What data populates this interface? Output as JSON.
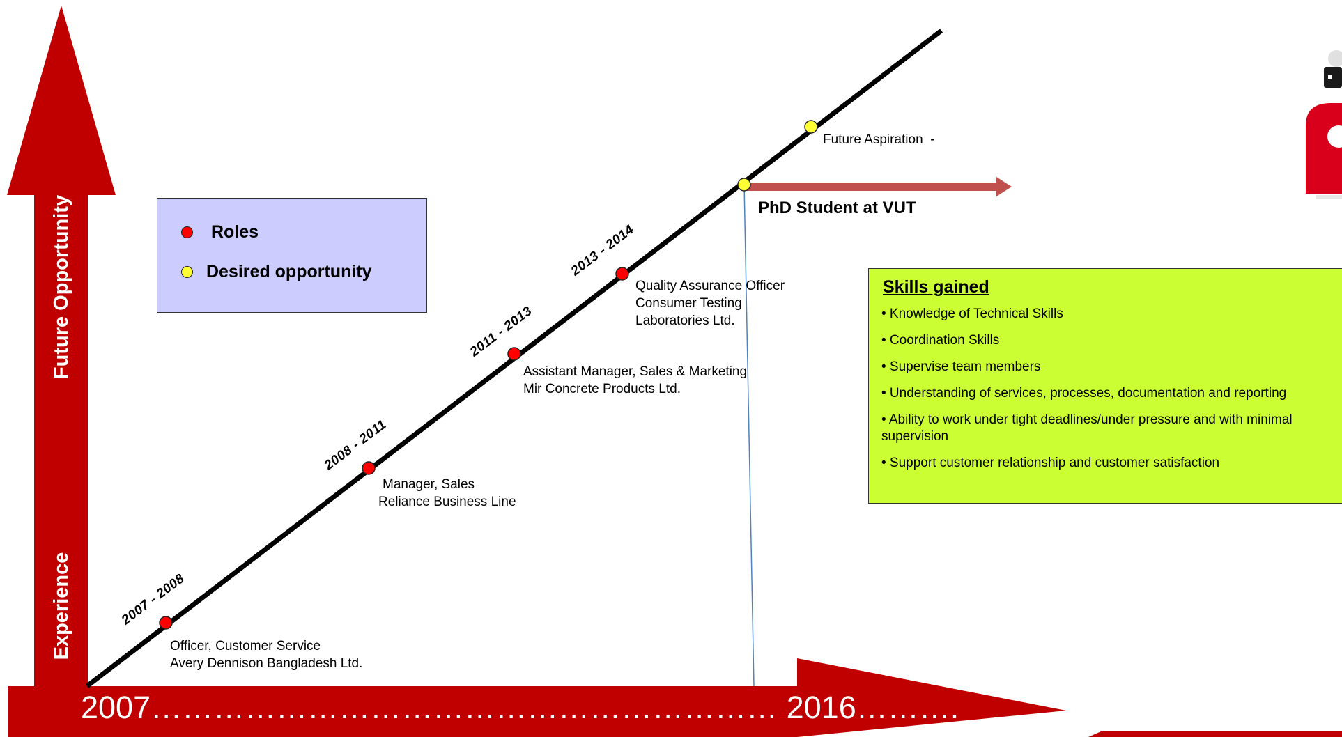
{
  "axes": {
    "vertical_top_label": "Future Opportunity",
    "vertical_bottom_label": "Experience",
    "timeline_label": "2007…………………………………………………… 2016………."
  },
  "legend": {
    "roles_label": "Roles",
    "desired_label": "Desired opportunity"
  },
  "colors": {
    "arrow_red": "#c00000",
    "roles_dot": "#ff0000",
    "desired_dot": "#ffff33",
    "legend_bg": "#ccccff",
    "skills_bg": "#ccff33",
    "phd_arrow": "#c0504d",
    "guide_line": "#4f81bd"
  },
  "milestones": [
    {
      "period": "2007 - 2008",
      "type": "role",
      "line1": "Officer, Customer Service",
      "line2": "Avery Dennison Bangladesh Ltd."
    },
    {
      "period": "2008 - 2011",
      "type": "role",
      "line1": "Manager, Sales",
      "line2": "Reliance Business Line"
    },
    {
      "period": "2011 - 2013",
      "type": "role",
      "line1": "Assistant Manager, Sales & Marketing",
      "line2": "Mir Concrete Products Ltd."
    },
    {
      "period": "2013 - 2014",
      "type": "role",
      "line1": "Quality Assurance Officer",
      "line2": "Consumer Testing",
      "line3": "Laboratories Ltd."
    }
  ],
  "opportunities": {
    "current": "PhD Student at VUT",
    "future": "Future Aspiration  -"
  },
  "skills": {
    "title": "Skills gained",
    "items": [
      "• Knowledge of Technical Skills",
      "• Coordination Skills",
      "• Supervise team members",
      "• Understanding of services, processes, documentation and reporting",
      "• Ability to work under tight deadlines/under pressure and with minimal supervision",
      "• Support customer relationship and customer satisfaction"
    ]
  }
}
